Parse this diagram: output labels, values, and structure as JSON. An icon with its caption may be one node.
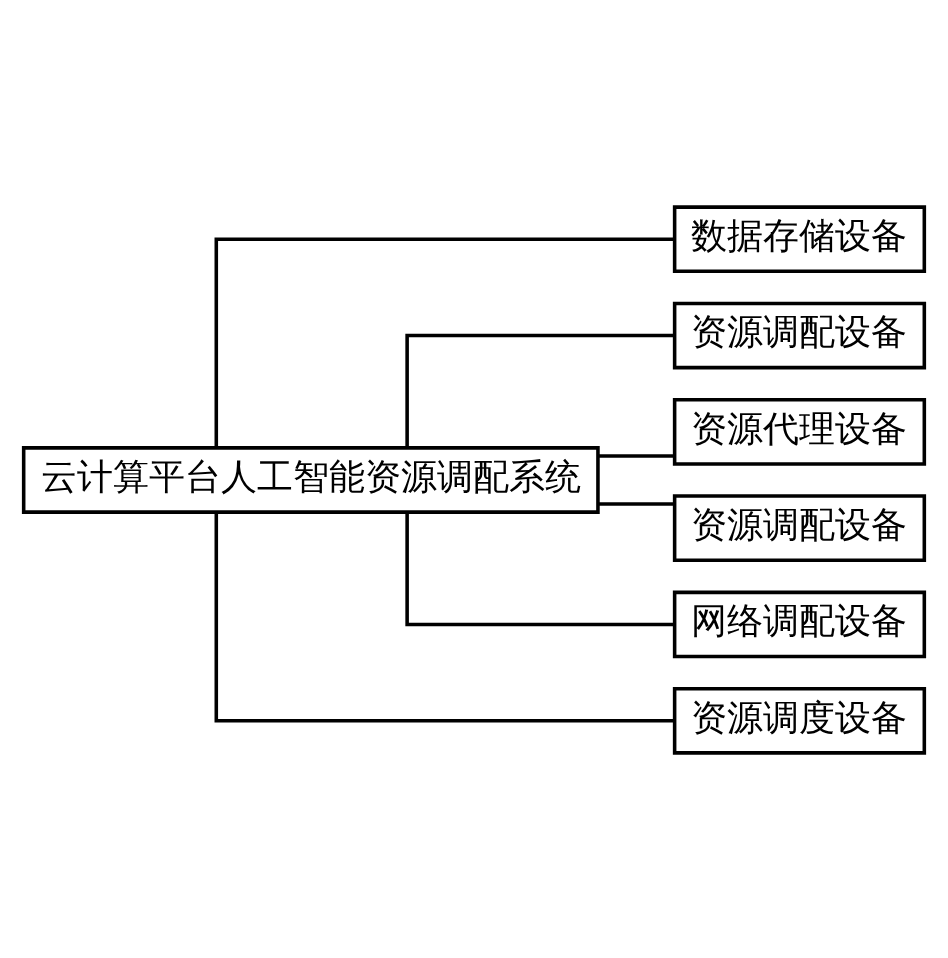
{
  "diagram": {
    "nodes": [
      {
        "text": [
          "云计算平台人工智能资源调配系统"
        ]
      },
      {
        "text": [
          "数据存储设备"
        ]
      },
      {
        "text": [
          "资源调配设备"
        ]
      },
      {
        "text": [
          "资源代理设备"
        ]
      },
      {
        "text": [
          "资源调配设备"
        ]
      },
      {
        "text": [
          "网络调配设备"
        ]
      },
      {
        "text": [
          "资源调度设备"
        ]
      }
    ],
    "edges": [
      {
        "from": 0,
        "to": 1,
        "arrow": "none"
      },
      {
        "from": 0,
        "to": 2,
        "arrow": "none"
      },
      {
        "from": 0,
        "to": 3,
        "arrow": "none"
      },
      {
        "from": 0,
        "to": 4,
        "arrow": "none"
      },
      {
        "from": 0,
        "to": 5,
        "arrow": "none"
      },
      {
        "from": 0,
        "to": 6,
        "arrow": "none"
      }
    ]
  }
}
